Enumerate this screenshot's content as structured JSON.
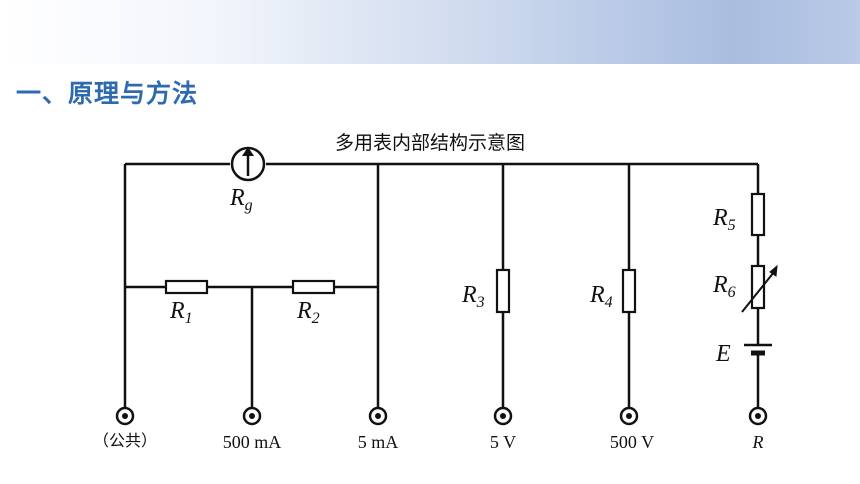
{
  "header": {
    "section_title": "一、原理与方法"
  },
  "diagram": {
    "title": "多用表内部结构示意图",
    "labels": {
      "rg": {
        "main": "R",
        "sub": "g"
      },
      "r1": {
        "main": "R",
        "sub": "1"
      },
      "r2": {
        "main": "R",
        "sub": "2"
      },
      "r3": {
        "main": "R",
        "sub": "3"
      },
      "r4": {
        "main": "R",
        "sub": "4"
      },
      "r5": {
        "main": "R",
        "sub": "5"
      },
      "r6": {
        "main": "R",
        "sub": "6"
      },
      "e": "E"
    },
    "terminals": [
      "（公共）",
      "500 mA",
      "5 mA",
      "5 V",
      "500 V",
      "R"
    ]
  }
}
